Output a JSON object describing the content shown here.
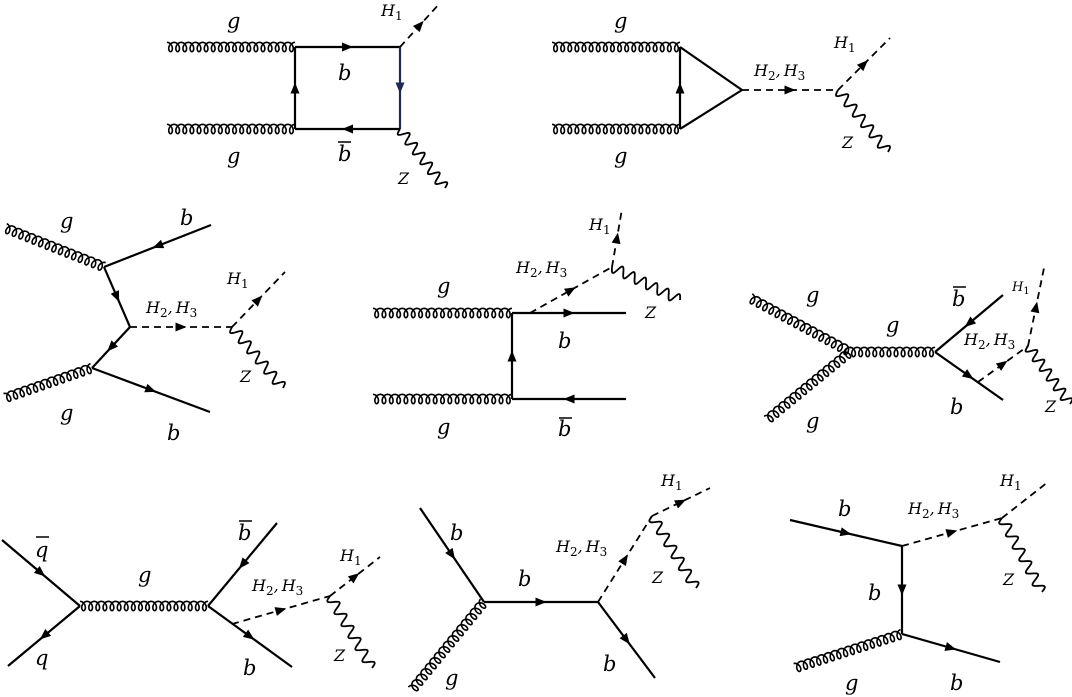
{
  "title": "",
  "particles": {
    "gluon": "g",
    "bottom": "b",
    "antibottom": "b",
    "quark": "q",
    "antiquark": "q",
    "z_boson": "Z",
    "higgs_h": "H",
    "h1_sub": "1",
    "h2_sub": "2",
    "h3_sub": "3",
    "comma": ","
  },
  "colors": {
    "line": "#000000",
    "box_right_line": "#1c2a55"
  },
  "diagrams": [
    {
      "name": "gg-box-diagram",
      "vertices": [
        "g",
        "g",
        "b",
        "b",
        "H1",
        "Z"
      ]
    },
    {
      "name": "gg-triangle-diagram",
      "vertices": [
        "g",
        "g",
        "H2,H3",
        "H1",
        "Z"
      ]
    },
    {
      "name": "gg-bb-t-channel-diagram",
      "vertices": [
        "g",
        "g",
        "b",
        "b",
        "H2,H3",
        "H1",
        "Z"
      ]
    },
    {
      "name": "gg-bb-radiation-diagram",
      "vertices": [
        "g",
        "g",
        "b",
        "b",
        "H2,H3",
        "H1",
        "Z"
      ]
    },
    {
      "name": "gg-s-channel-diagram",
      "vertices": [
        "g",
        "g",
        "g",
        "b",
        "b",
        "H2,H3",
        "H1",
        "Z"
      ]
    },
    {
      "name": "qq-s-channel-diagram",
      "vertices": [
        "q",
        "q",
        "g",
        "b",
        "b",
        "H2,H3",
        "H1",
        "Z"
      ]
    },
    {
      "name": "bg-s-channel-diagram",
      "vertices": [
        "b",
        "g",
        "b",
        "b",
        "H2,H3",
        "H1",
        "Z"
      ]
    },
    {
      "name": "bg-t-channel-diagram",
      "vertices": [
        "b",
        "g",
        "b",
        "b",
        "H2,H3",
        "H1",
        "Z"
      ]
    }
  ]
}
